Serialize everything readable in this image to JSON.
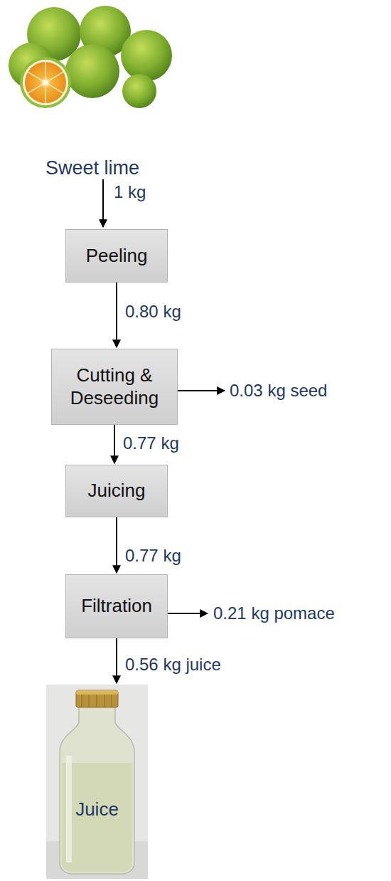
{
  "diagram": {
    "nodes": [
      {
        "text": [
          "Peeling"
        ]
      },
      {
        "text": [
          "Cutting & Deseeding"
        ]
      },
      {
        "text": [
          "Juicing"
        ]
      },
      {
        "text": [
          "Filtration"
        ]
      },
      {
        "text": [
          "Juice"
        ]
      }
    ],
    "edges": [
      {
        "from": 0,
        "to": 1,
        "arrow": "to",
        "label": "0.80 kg"
      },
      {
        "from": 1,
        "to": 2,
        "arrow": "to",
        "label": "0.77 kg"
      },
      {
        "from": 2,
        "to": 3,
        "arrow": "to",
        "label": "0.77 kg"
      },
      {
        "from": 3,
        "to": 4,
        "arrow": "to",
        "label": "0.56 kg juice"
      }
    ],
    "labels": [
      "Sweet lime",
      "1 kg",
      "0.03 kg seed",
      "0.21 kg pomace"
    ]
  }
}
